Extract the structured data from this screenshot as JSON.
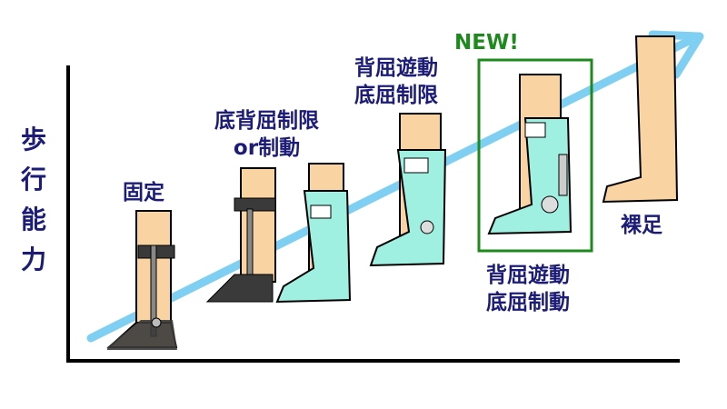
{
  "y_axis_label": [
    "歩",
    "行",
    "能",
    "力"
  ],
  "stages": [
    {
      "lines": [
        "固定"
      ]
    },
    {
      "lines": [
        "底背屈制限",
        "or制動"
      ]
    },
    {
      "lines": [
        "背屈遊動",
        "底屈制限"
      ]
    },
    {
      "lines": [
        "背屈遊動",
        "底屈制動"
      ],
      "badge": "NEW!"
    },
    {
      "lines": [
        "裸足"
      ]
    }
  ],
  "colors": {
    "text": "#1c1c78",
    "arrow": "#7fcff2",
    "highlight": "#1e8a1e",
    "skin": "#f9d3a2",
    "orthosis": "#9ff0e0",
    "brace": "#3a3a3a"
  }
}
